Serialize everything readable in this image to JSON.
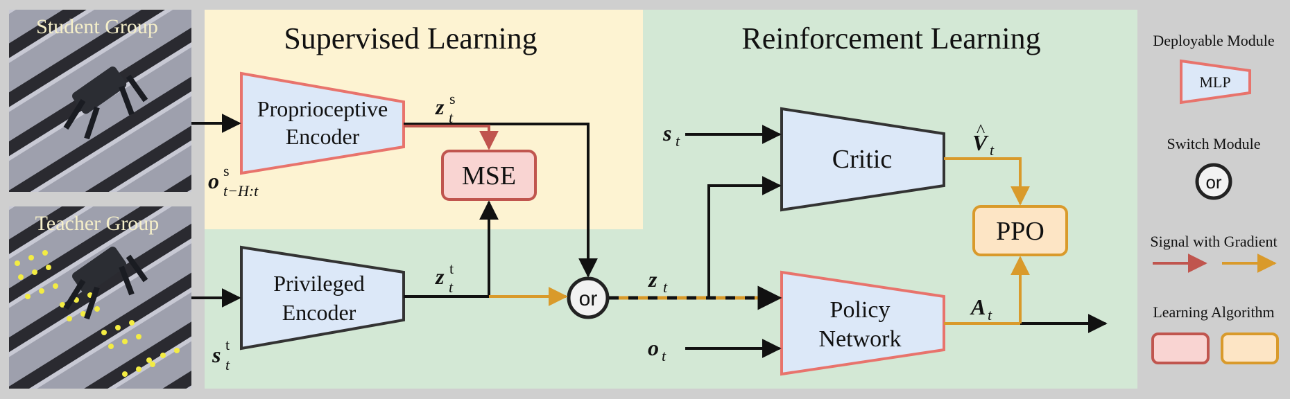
{
  "sections": {
    "supervised_title": "Supervised Learning",
    "reinforcement_title": "Reinforcement Learning"
  },
  "photos": {
    "student_label": "Student Group",
    "teacher_label": "Teacher Group"
  },
  "blocks": {
    "proprio_line1": "Proprioceptive",
    "proprio_line2": "Encoder",
    "privileged_line1": "Privileged",
    "privileged_line2": "Encoder",
    "mse": "MSE",
    "or": "or",
    "critic": "Critic",
    "policy_line1": "Policy",
    "policy_line2": "Network",
    "ppo": "PPO"
  },
  "signals": {
    "o_hist": {
      "base": "o",
      "sup": "s",
      "sub": "t−H:t"
    },
    "s_priv": {
      "base": "s",
      "sup": "t",
      "sub": "t"
    },
    "z_student": {
      "base": "z",
      "sup": "s",
      "sub": "t"
    },
    "z_teacher": {
      "base": "z",
      "sup": "t",
      "sub": "t"
    },
    "z_t": {
      "base": "z",
      "sub": "t"
    },
    "s_t": {
      "base": "s",
      "sub": "t"
    },
    "o_t": {
      "base": "o",
      "sub": "t"
    },
    "v_hat": {
      "base": "V",
      "accent": "^",
      "sub": "t"
    },
    "a_t": {
      "base": "A",
      "sub": "t"
    }
  },
  "legend": {
    "deployable": "Deployable Module",
    "mlp": "MLP",
    "switch": "Switch Module",
    "switch_symbol": "or",
    "gradient": "Signal with Gradient",
    "learning": "Learning Algorithm"
  },
  "colors": {
    "supervised_bg": "#fdf3d2",
    "reinforcement_bg": "#d3e8d5",
    "module_fill": "#dce8f8",
    "deployable_border": "#e8736c",
    "plain_border": "#333333",
    "red_signal": "#c0554e",
    "orange_signal": "#d99a2b",
    "mse_fill": "#f9d4d2",
    "ppo_fill": "#fde5c5"
  }
}
